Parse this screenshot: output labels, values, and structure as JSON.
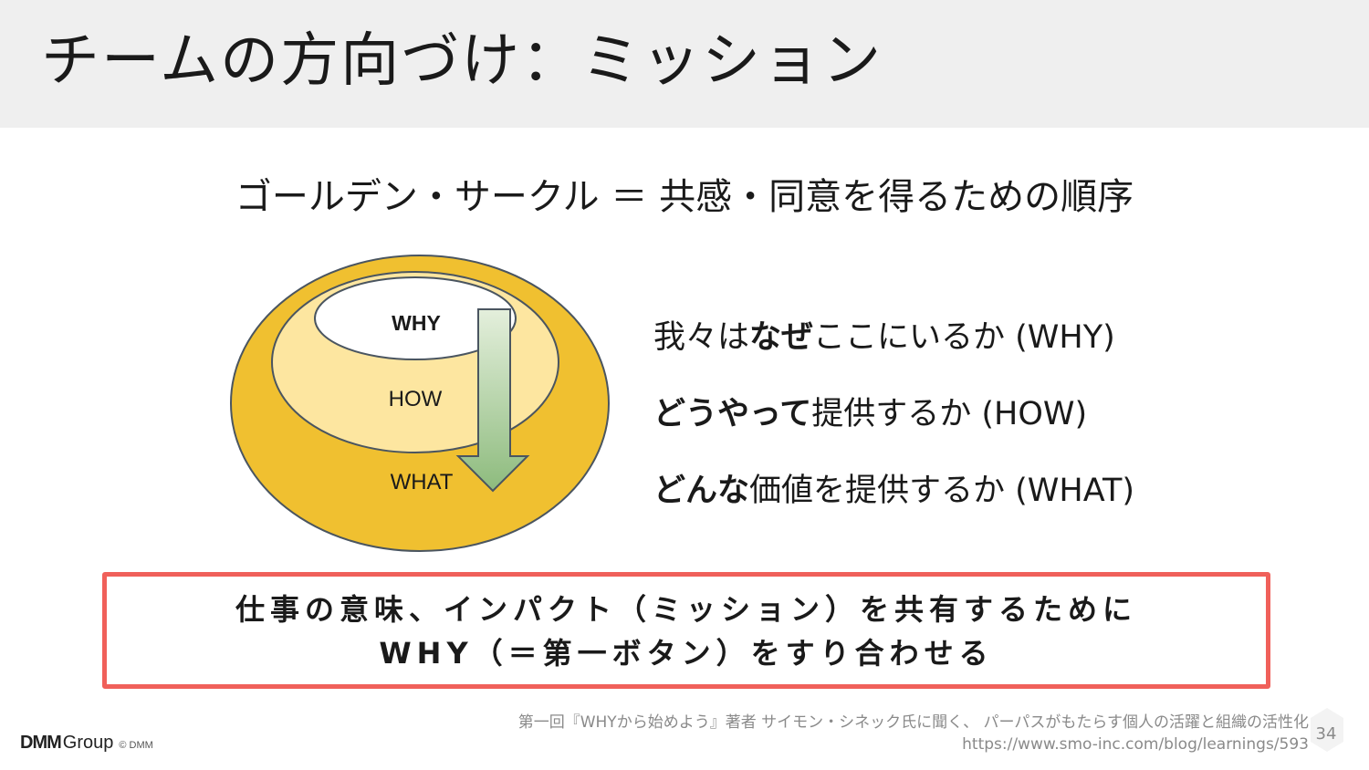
{
  "slide": {
    "title": "チームの方向づけ：ミッション",
    "subtitle": "ゴールデン・サークル ＝ 共感・同意を得るための順序"
  },
  "circle": {
    "inner_label": "WHY",
    "middle_label": "HOW",
    "outer_label": "WHAT",
    "colors": {
      "outer": "#f0c030",
      "middle": "#fde6a0",
      "inner": "#ffffff",
      "outline": "#4a5560",
      "arrow_top": "#e4efdc",
      "arrow_bottom": "#8dbb7d"
    }
  },
  "lines": [
    {
      "bold": "",
      "pre": "我々は",
      "emph": "なぜ",
      "rest": "ここにいるか (WHY)"
    },
    {
      "pre": "",
      "emph": "どうやって",
      "rest": "提供するか (HOW)"
    },
    {
      "pre": "",
      "emph": "どんな",
      "rest": "価値を提供するか (WHAT)"
    }
  ],
  "callout": {
    "line1": "仕事の意味、インパクト（ミッション）を共有するために",
    "line2": "WHY（＝第一ボタン）をすり合わせる",
    "border_color": "#f0605a"
  },
  "citation": {
    "line1": "第一回『WHYから始めよう』著者 サイモン・シネック氏に聞く、 パーパスがもたらす個人の活躍と組織の活性化",
    "line2": "https://www.smo-inc.com/blog/learnings/593"
  },
  "footer": {
    "logo_main": "DMM",
    "logo_group": "Group",
    "copyright": "© DMM",
    "page_number": "34"
  }
}
